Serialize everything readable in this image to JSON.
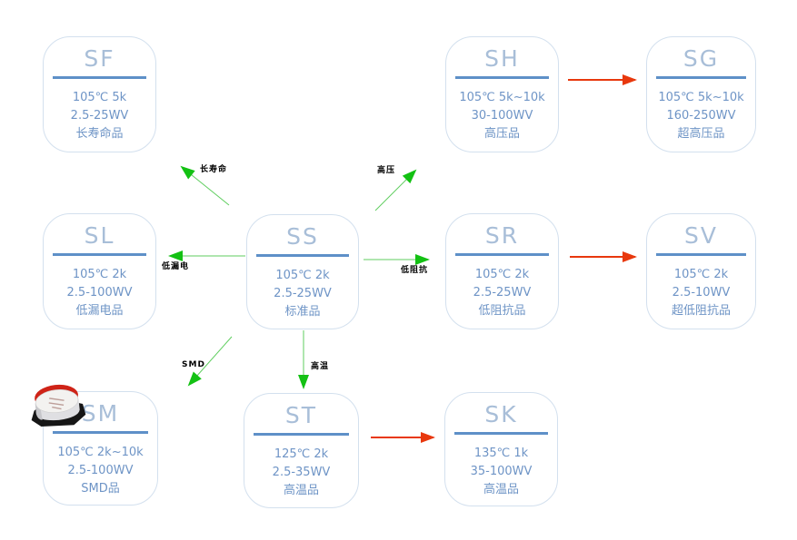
{
  "diagram_title": "capacitor-series-derivation-map",
  "colors": {
    "box_border": "#d3e0ee",
    "box_title": "#a8bed8",
    "title_underline": "#5e90c8",
    "spec_text": "#6e94c6",
    "green_arrow_line": "#5fce5f",
    "green_arrow_head": "#13c113",
    "red_arrow": "#e8380d",
    "arrow_label_text": "#000000"
  },
  "boxes": [
    {
      "id": "sf",
      "title": "SF",
      "specs": [
        "105℃ 5k",
        "2.5-25WV",
        "长寿命品"
      ]
    },
    {
      "id": "sh",
      "title": "SH",
      "specs": [
        "105℃ 5k~10k",
        "30-100WV",
        "高压品"
      ]
    },
    {
      "id": "sg",
      "title": "SG",
      "specs": [
        "105℃ 5k~10k",
        "160-250WV",
        "超高压品"
      ]
    },
    {
      "id": "sl",
      "title": "SL",
      "specs": [
        "105℃ 2k",
        "2.5-100WV",
        "低漏电品"
      ]
    },
    {
      "id": "ss",
      "title": "SS",
      "specs": [
        "105℃ 2k",
        "2.5-25WV",
        "标准品"
      ]
    },
    {
      "id": "sr",
      "title": "SR",
      "specs": [
        "105℃ 2k",
        "2.5-25WV",
        "低阻抗品"
      ]
    },
    {
      "id": "sv",
      "title": "SV",
      "specs": [
        "105℃ 2k",
        "2.5-10WV",
        "超低阻抗品"
      ]
    },
    {
      "id": "sm",
      "title": "SM",
      "specs": [
        "105℃ 2k~10k",
        "2.5-100WV",
        "SMD品"
      ]
    },
    {
      "id": "st",
      "title": "ST",
      "specs": [
        "125℃ 2k",
        "2.5-35WV",
        "高温品"
      ]
    },
    {
      "id": "sk",
      "title": "SK",
      "specs": [
        "135℃ 1k",
        "35-100WV",
        "高温品"
      ]
    }
  ],
  "arrow_labels": {
    "long_life": "长寿命",
    "high_voltage": "高压",
    "low_leakage": "低漏电",
    "low_impedance": "低阻抗",
    "smd": "SMD",
    "high_temp": "高温"
  }
}
